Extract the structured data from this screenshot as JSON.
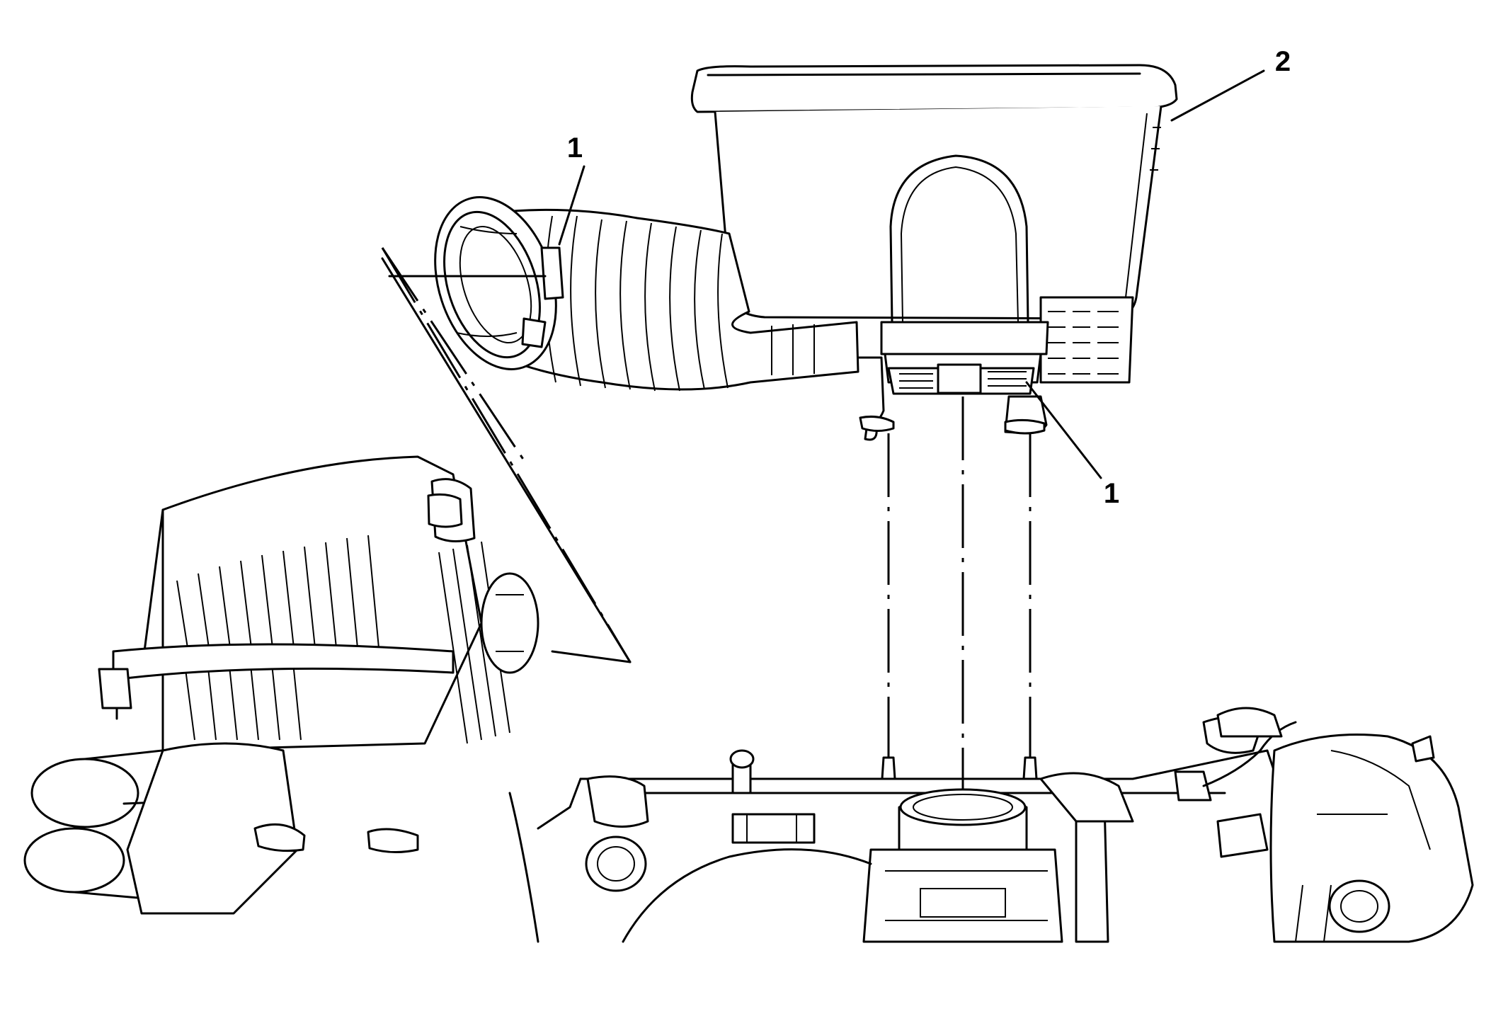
{
  "callouts": [
    {
      "id": "callout-1-top",
      "label": "1"
    },
    {
      "id": "callout-2",
      "label": "2"
    },
    {
      "id": "callout-1-bottom",
      "label": "1"
    }
  ]
}
